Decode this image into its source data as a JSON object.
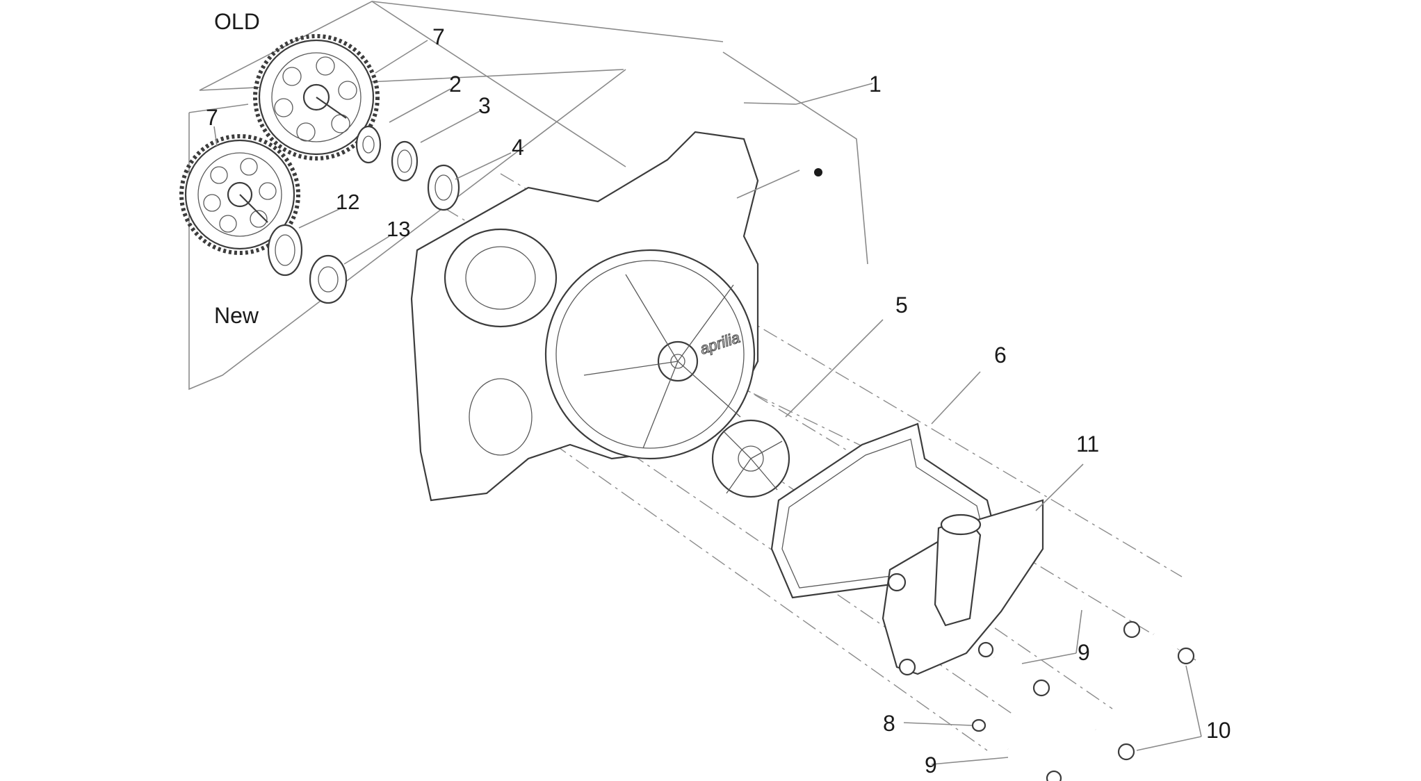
{
  "callouts": {
    "old": "OLD",
    "new": "New",
    "p1": "1",
    "p2": "2",
    "p3": "3",
    "p4": "4",
    "p5": "5",
    "p6": "6",
    "p7a": "7",
    "p7b": "7",
    "p8": "8",
    "p9a": "9",
    "p9b": "9",
    "p10": "10",
    "p11": "11",
    "p12": "12",
    "p13": "13"
  },
  "brand_mark": "aprilia"
}
